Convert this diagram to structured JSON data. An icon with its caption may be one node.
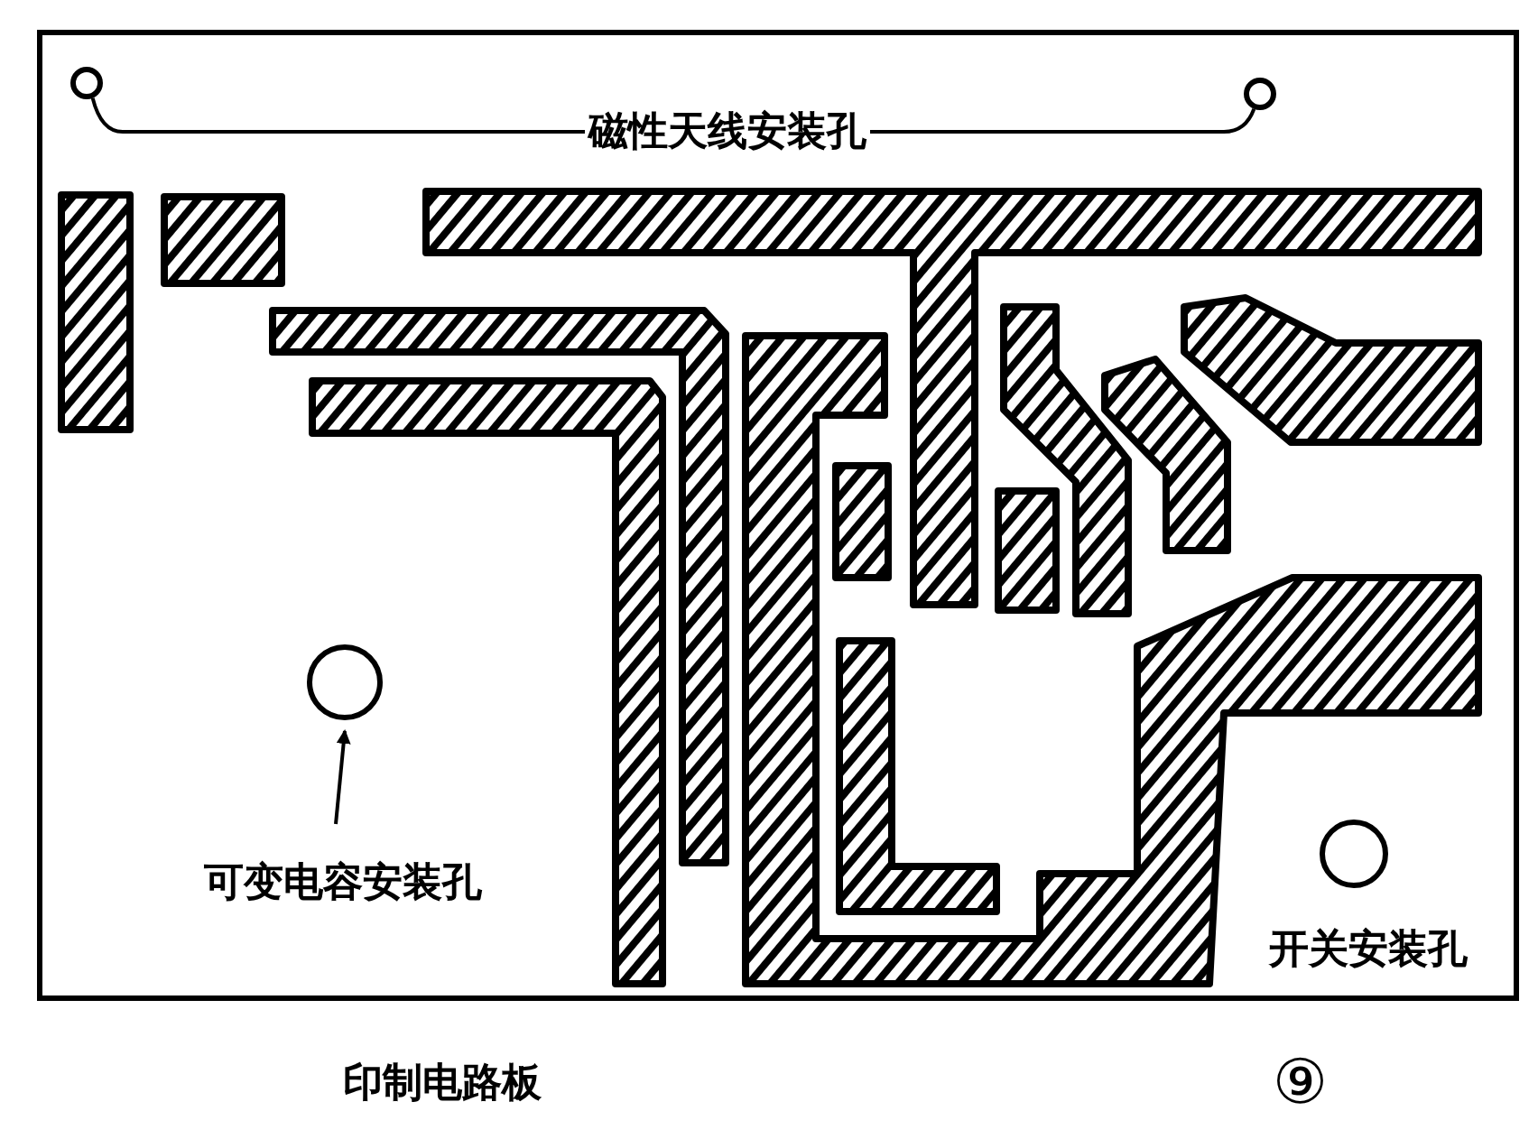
{
  "diagram": {
    "caption": "印制电路板",
    "nodes": [
      {
        "text": [
          "磁性天线安装孔"
        ]
      },
      {
        "text": [],
        "shape": "circle"
      },
      {
        "text": [],
        "shape": "circle"
      },
      {
        "text": [],
        "shape": "circle"
      },
      {
        "text": [
          "可变电容安装孔"
        ]
      },
      {
        "text": [],
        "shape": "circle",
        "beside": [
          "开关安装孔"
        ]
      }
    ],
    "edges": [
      {
        "from": 0,
        "to": 1,
        "arrow": "none"
      },
      {
        "from": 0,
        "to": 2,
        "arrow": "none"
      },
      {
        "from": 4,
        "to": 3,
        "arrow": "to"
      }
    ],
    "labels": [
      "⑨"
    ]
  }
}
